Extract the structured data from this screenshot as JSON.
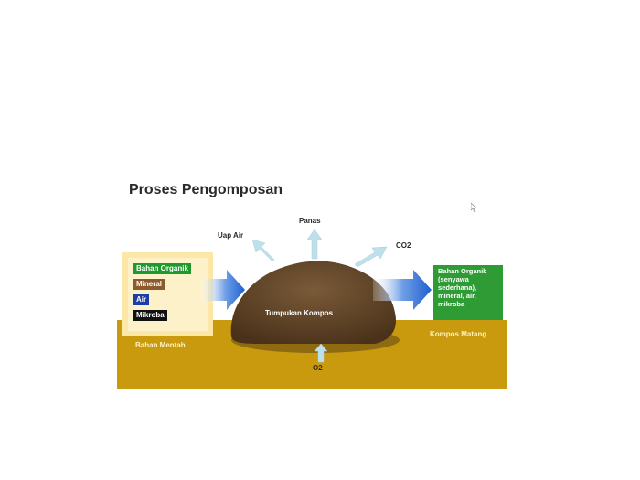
{
  "title": "Proses Pengomposan",
  "inputs": {
    "bahan_organik": "Bahan Organik",
    "mineral": "Mineral",
    "air": "Air",
    "mikroba": "Mikroba"
  },
  "raw_label": "Bahan Mentah",
  "pile_label": "Tumpukan Kompos",
  "outputs": {
    "uap_air": "Uap Air",
    "panas": "Panas",
    "co2": "CO2"
  },
  "input_o2": "O2",
  "product_text": "Bahan Organik (senyawa sederhana), mineral, air, mikroba",
  "product_label": "Kompos Matang",
  "colors": {
    "ground": "#c99a0e",
    "pile": "#5a3f22",
    "flow_arrow": "#1f5fd0",
    "vent_arrow": "#bfe0ea",
    "product_box": "#2e9b34",
    "raw_panel": "#fbe7a6"
  }
}
